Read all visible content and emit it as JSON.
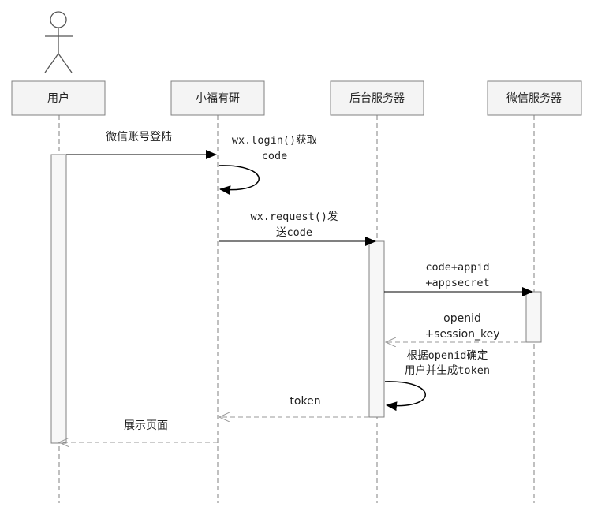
{
  "participants": [
    {
      "id": "user",
      "label": "用户",
      "actor": true
    },
    {
      "id": "miniapp",
      "label": "小福有研"
    },
    {
      "id": "backend",
      "label": "后台服务器"
    },
    {
      "id": "wechat",
      "label": "微信服务器"
    }
  ],
  "messages": [
    {
      "id": "wechat-login",
      "from": "user",
      "to": "miniapp",
      "style": "solid",
      "lines": [
        "微信账号登陆"
      ]
    },
    {
      "id": "wx-login",
      "from": "miniapp",
      "to": "miniapp",
      "style": "self",
      "lines": [
        "wx.login()获取",
        "code"
      ]
    },
    {
      "id": "wx-request",
      "from": "miniapp",
      "to": "backend",
      "style": "solid",
      "lines": [
        "wx.request()发",
        "送code"
      ]
    },
    {
      "id": "code-appid",
      "from": "backend",
      "to": "wechat",
      "style": "solid",
      "lines": [
        "code+appid",
        "+appsecret"
      ]
    },
    {
      "id": "openid-return",
      "from": "wechat",
      "to": "backend",
      "style": "dashed",
      "lines": [
        "openid",
        "+session_key"
      ]
    },
    {
      "id": "gen-token",
      "from": "backend",
      "to": "backend",
      "style": "self",
      "lines": [
        "根据openid确定",
        "用户并生成token"
      ]
    },
    {
      "id": "token-return",
      "from": "backend",
      "to": "miniapp",
      "style": "dashed",
      "lines": [
        "token"
      ]
    },
    {
      "id": "show-page",
      "from": "miniapp",
      "to": "user",
      "style": "dashed",
      "lines": [
        "展示页面"
      ]
    }
  ],
  "colors": {
    "box_fill": "#f4f4f4",
    "box_stroke": "#808080",
    "lifeline": "#808080",
    "activation_fill": "#f7f7f7",
    "arrow": "#000000",
    "dashed_arrow": "#999999",
    "text": "#222222"
  }
}
